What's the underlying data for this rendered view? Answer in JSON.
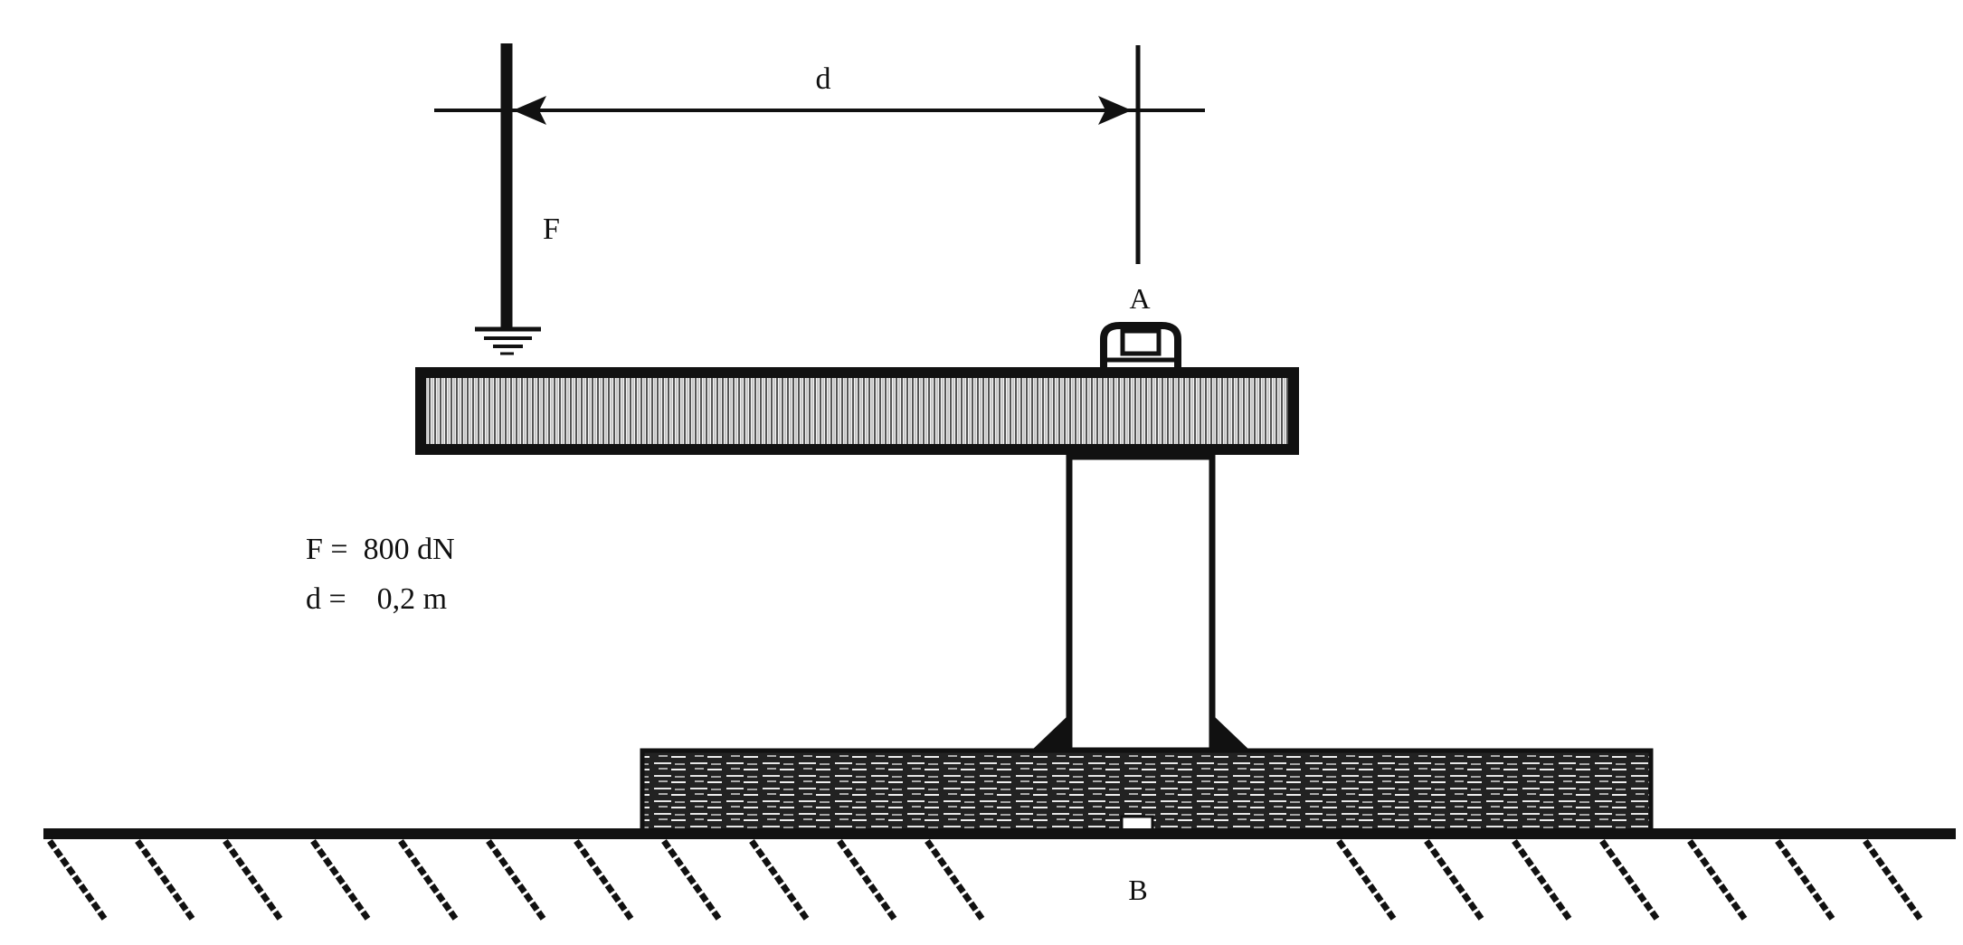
{
  "labels": {
    "force": "F",
    "distance": "d",
    "point_a": "A",
    "point_b": "B"
  },
  "values": {
    "force_line": "F =  800 dN",
    "distance_line": "d =    0,2 m"
  },
  "colors": {
    "ink": "#111111",
    "hatch_beam": "#555555",
    "background": "#ffffff"
  }
}
